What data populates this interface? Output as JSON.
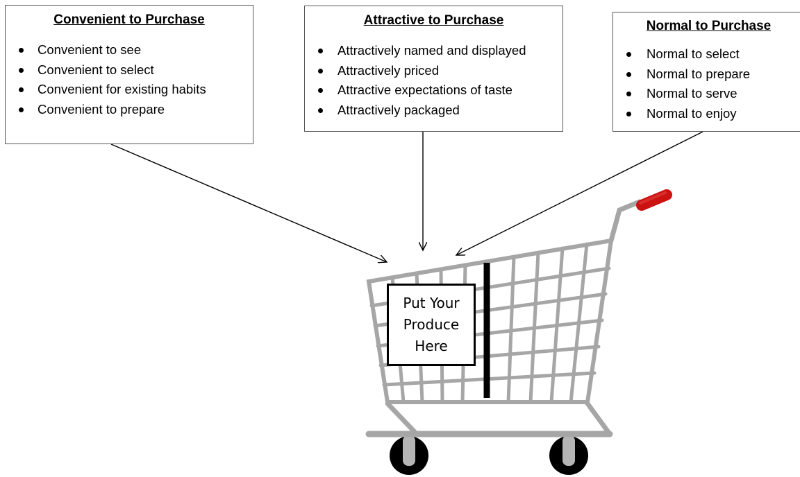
{
  "boxes": {
    "convenient": {
      "title": "Convenient to Purchase",
      "items": [
        "Convenient to see",
        "Convenient to select",
        "Convenient for existing habits",
        "Convenient to prepare"
      ]
    },
    "attractive": {
      "title": "Attractive to Purchase",
      "items": [
        "Attractively named and displayed",
        "Attractively priced",
        "Attractive expectations of taste",
        "Attractively packaged"
      ]
    },
    "normal": {
      "title": "Normal to Purchase",
      "items": [
        "Normal to select",
        "Normal to prepare",
        "Normal to serve",
        "Normal to enjoy"
      ]
    }
  },
  "cart": {
    "sign_text": "Put Your\nProduce\nHere",
    "handle_color": "#cc1111",
    "frame_color": "#a6a6a6",
    "divider_color": "#000000",
    "wheel_color": "#000000",
    "hub_color": "#b5b5b5"
  }
}
